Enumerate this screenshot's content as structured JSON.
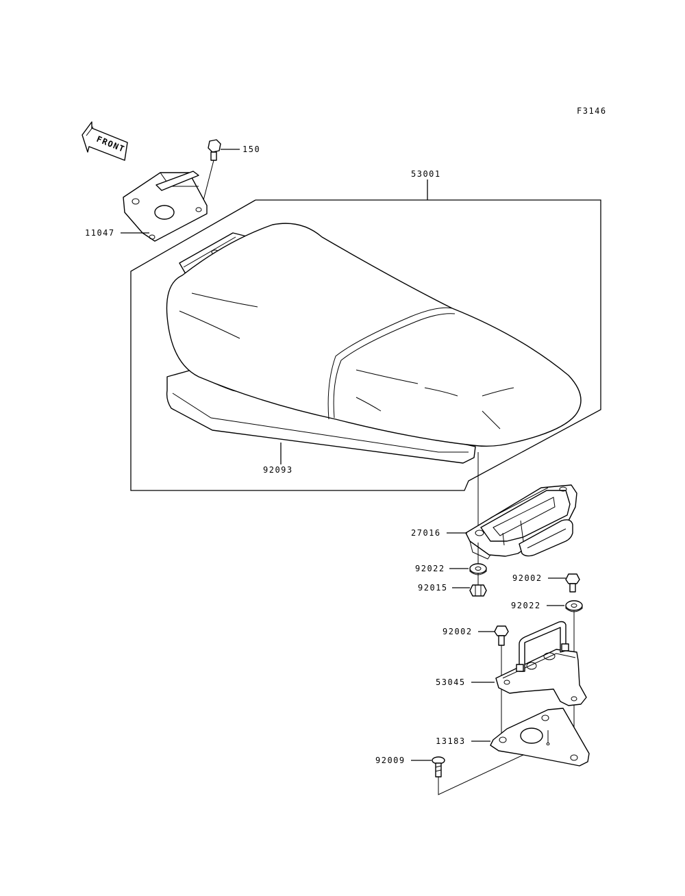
{
  "figure_code": "F3146",
  "front_label": "FRONT",
  "parts": {
    "p150": "150",
    "p53001": "53001",
    "p11047": "11047",
    "p92093": "92093",
    "p27016": "27016",
    "p92022a": "92022",
    "p92015": "92015",
    "p92002a": "92002",
    "p92022b": "92022",
    "p92002b": "92002",
    "p53045": "53045",
    "p13183": "13183",
    "p92009": "92009"
  }
}
